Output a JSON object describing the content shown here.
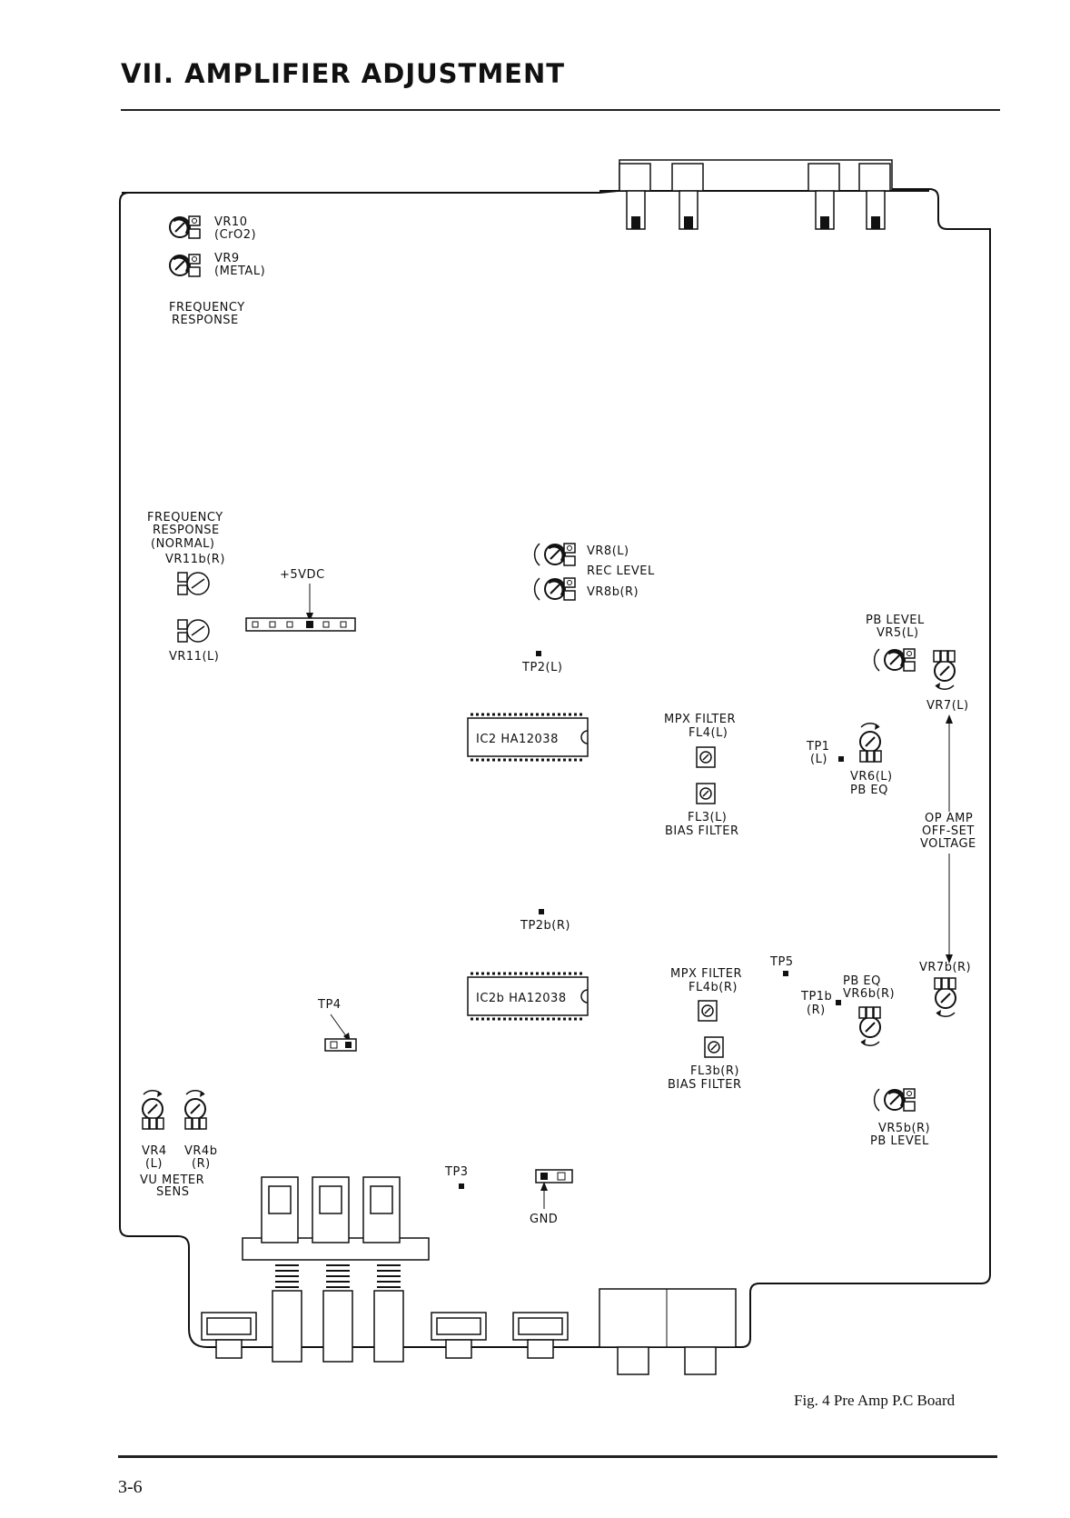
{
  "page": {
    "heading": "VII. AMPLIFIER ADJUSTMENT",
    "caption": "Fig. 4  Pre Amp P.C Board",
    "page_number": "3-6"
  },
  "labels": {
    "vr10": "VR10",
    "cro2": "(CrO2)",
    "vr9": "VR9",
    "metal": "(METAL)",
    "freq_resp_top_1": "FREQUENCY",
    "freq_resp_top_2": "RESPONSE",
    "freq_resp_mid_1": "FREQUENCY",
    "freq_resp_mid_2": "RESPONSE",
    "normal": "(NORMAL)",
    "vr11b": "VR11b(R)",
    "vr11": "VR11(L)",
    "plus5vdc": "+5VDC",
    "vr8": "VR8(L)",
    "rec_level": "REC LEVEL",
    "vr8b": "VR8b(R)",
    "pb_level_top": "PB LEVEL",
    "vr5": "VR5(L)",
    "vr7": "VR7(L)",
    "tp2": "TP2(L)",
    "ic2": "IC2 HA12038",
    "mpx_filter_1": "MPX FILTER",
    "fl4": "FL4(L)",
    "tp1": "TP1",
    "tp1_l": "(L)",
    "vr6": "VR6(L)",
    "pb_eq_1": "PB EQ",
    "fl3": "FL3(L)",
    "bias_filter_1": "BIAS FILTER",
    "op_amp_1": "OP AMP",
    "op_amp_2": "OFF-SET",
    "op_amp_3": "VOLTAGE",
    "tp2b": "TP2b(R)",
    "tp5": "TP5",
    "mpx_filter_2": "MPX FILTER",
    "fl4b": "FL4b(R)",
    "pb_eq_2": "PB EQ",
    "vr6b": "VR6b(R)",
    "tp1b": "TP1b",
    "tp1b_r": "(R)",
    "vr7b": "VR7b(R)",
    "ic2b": "IC2b HA12038",
    "tp4": "TP4",
    "fl3b": "FL3b(R)",
    "bias_filter_2": "BIAS FILTER",
    "vr5b": "VR5b(R)",
    "pb_level_bottom": "PB LEVEL",
    "vr4": "VR4",
    "vr4_l": "(L)",
    "vr4b": "VR4b",
    "vr4b_r": "(R)",
    "vu_meter": "VU METER",
    "sens": "SENS",
    "tp3": "TP3",
    "gnd": "GND"
  }
}
